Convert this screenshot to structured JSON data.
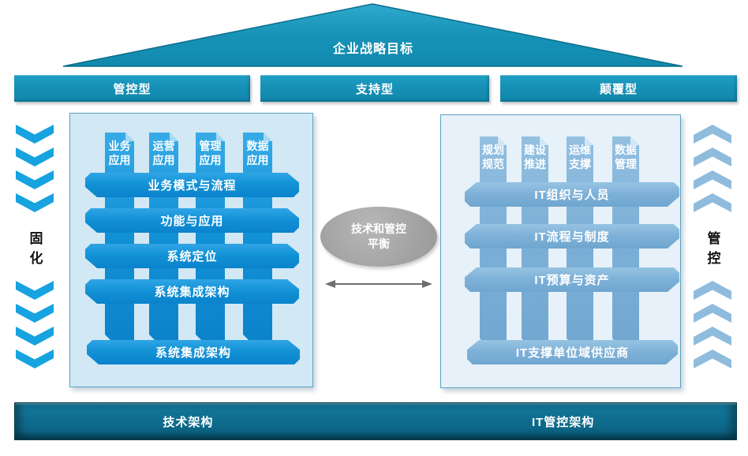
{
  "roof": {
    "label": "企业战略目标"
  },
  "header_bars": [
    {
      "label": "管控型"
    },
    {
      "label": "支持型"
    },
    {
      "label": "颠覆型"
    }
  ],
  "left_strip": {
    "label": "固化",
    "direction": "down"
  },
  "right_strip": {
    "label": "管控",
    "direction": "up"
  },
  "left_panel": {
    "columns": [
      "业务应用",
      "运营应用",
      "管理应用",
      "数据应用"
    ],
    "bars": [
      "业务模式与流程",
      "功能与应用",
      "系统定位",
      "系统集成架构"
    ],
    "footer_bar": "系统集成架构"
  },
  "right_panel": {
    "columns": [
      "规划规范",
      "建设推进",
      "运维支撑",
      "数据管理"
    ],
    "bars": [
      "IT组织与人员",
      "IT流程与制度",
      "IT预算与资产"
    ],
    "footer_bar": "IT支撑单位域供应商"
  },
  "center": {
    "balance_line1": "技术和管控",
    "balance_line2": "平衡"
  },
  "bottom_bar": {
    "left_label": "技术架构",
    "right_label": "IT管控架构"
  },
  "colors": {
    "teal": "#1a93b8",
    "dark_teal": "#0d6a88",
    "left_blue": "#1090d5",
    "right_steel_blue": "#7fb0d6",
    "left_panel_bg": "#d2e8f4",
    "right_panel_bg": "#e7f1f9",
    "ellipse_gray": "#a9a9a9",
    "chevron_left": "#16a3e0",
    "chevron_right": "#8fbcdd"
  }
}
